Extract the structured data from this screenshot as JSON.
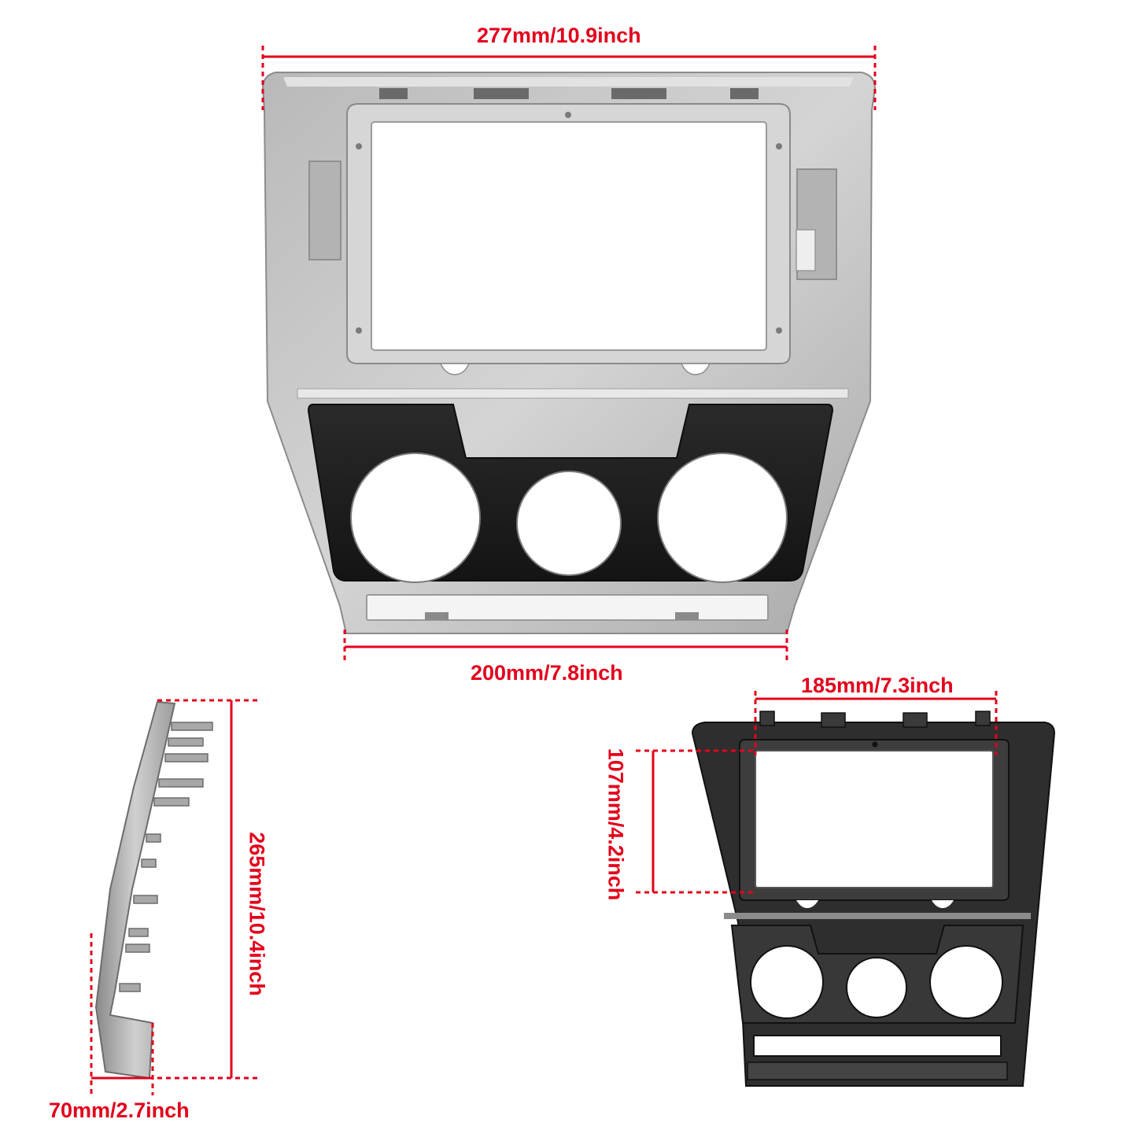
{
  "colors": {
    "dimension": "#e3001b",
    "silver_frame": "#c4c4c4",
    "silver_light": "#dadada",
    "silver_dark": "#9a9a9a",
    "black_panel": "#1c1c1c",
    "back_frame": "#2b2b2b"
  },
  "dimensions": {
    "top_width": "277mm/10.9inch",
    "bottom_width": "200mm/7.8inch",
    "side_height": "265mm/10.4inch",
    "side_depth": "70mm/2.7inch",
    "back_screen_width": "185mm/7.3inch",
    "back_screen_height": "107mm/4.2inch"
  }
}
